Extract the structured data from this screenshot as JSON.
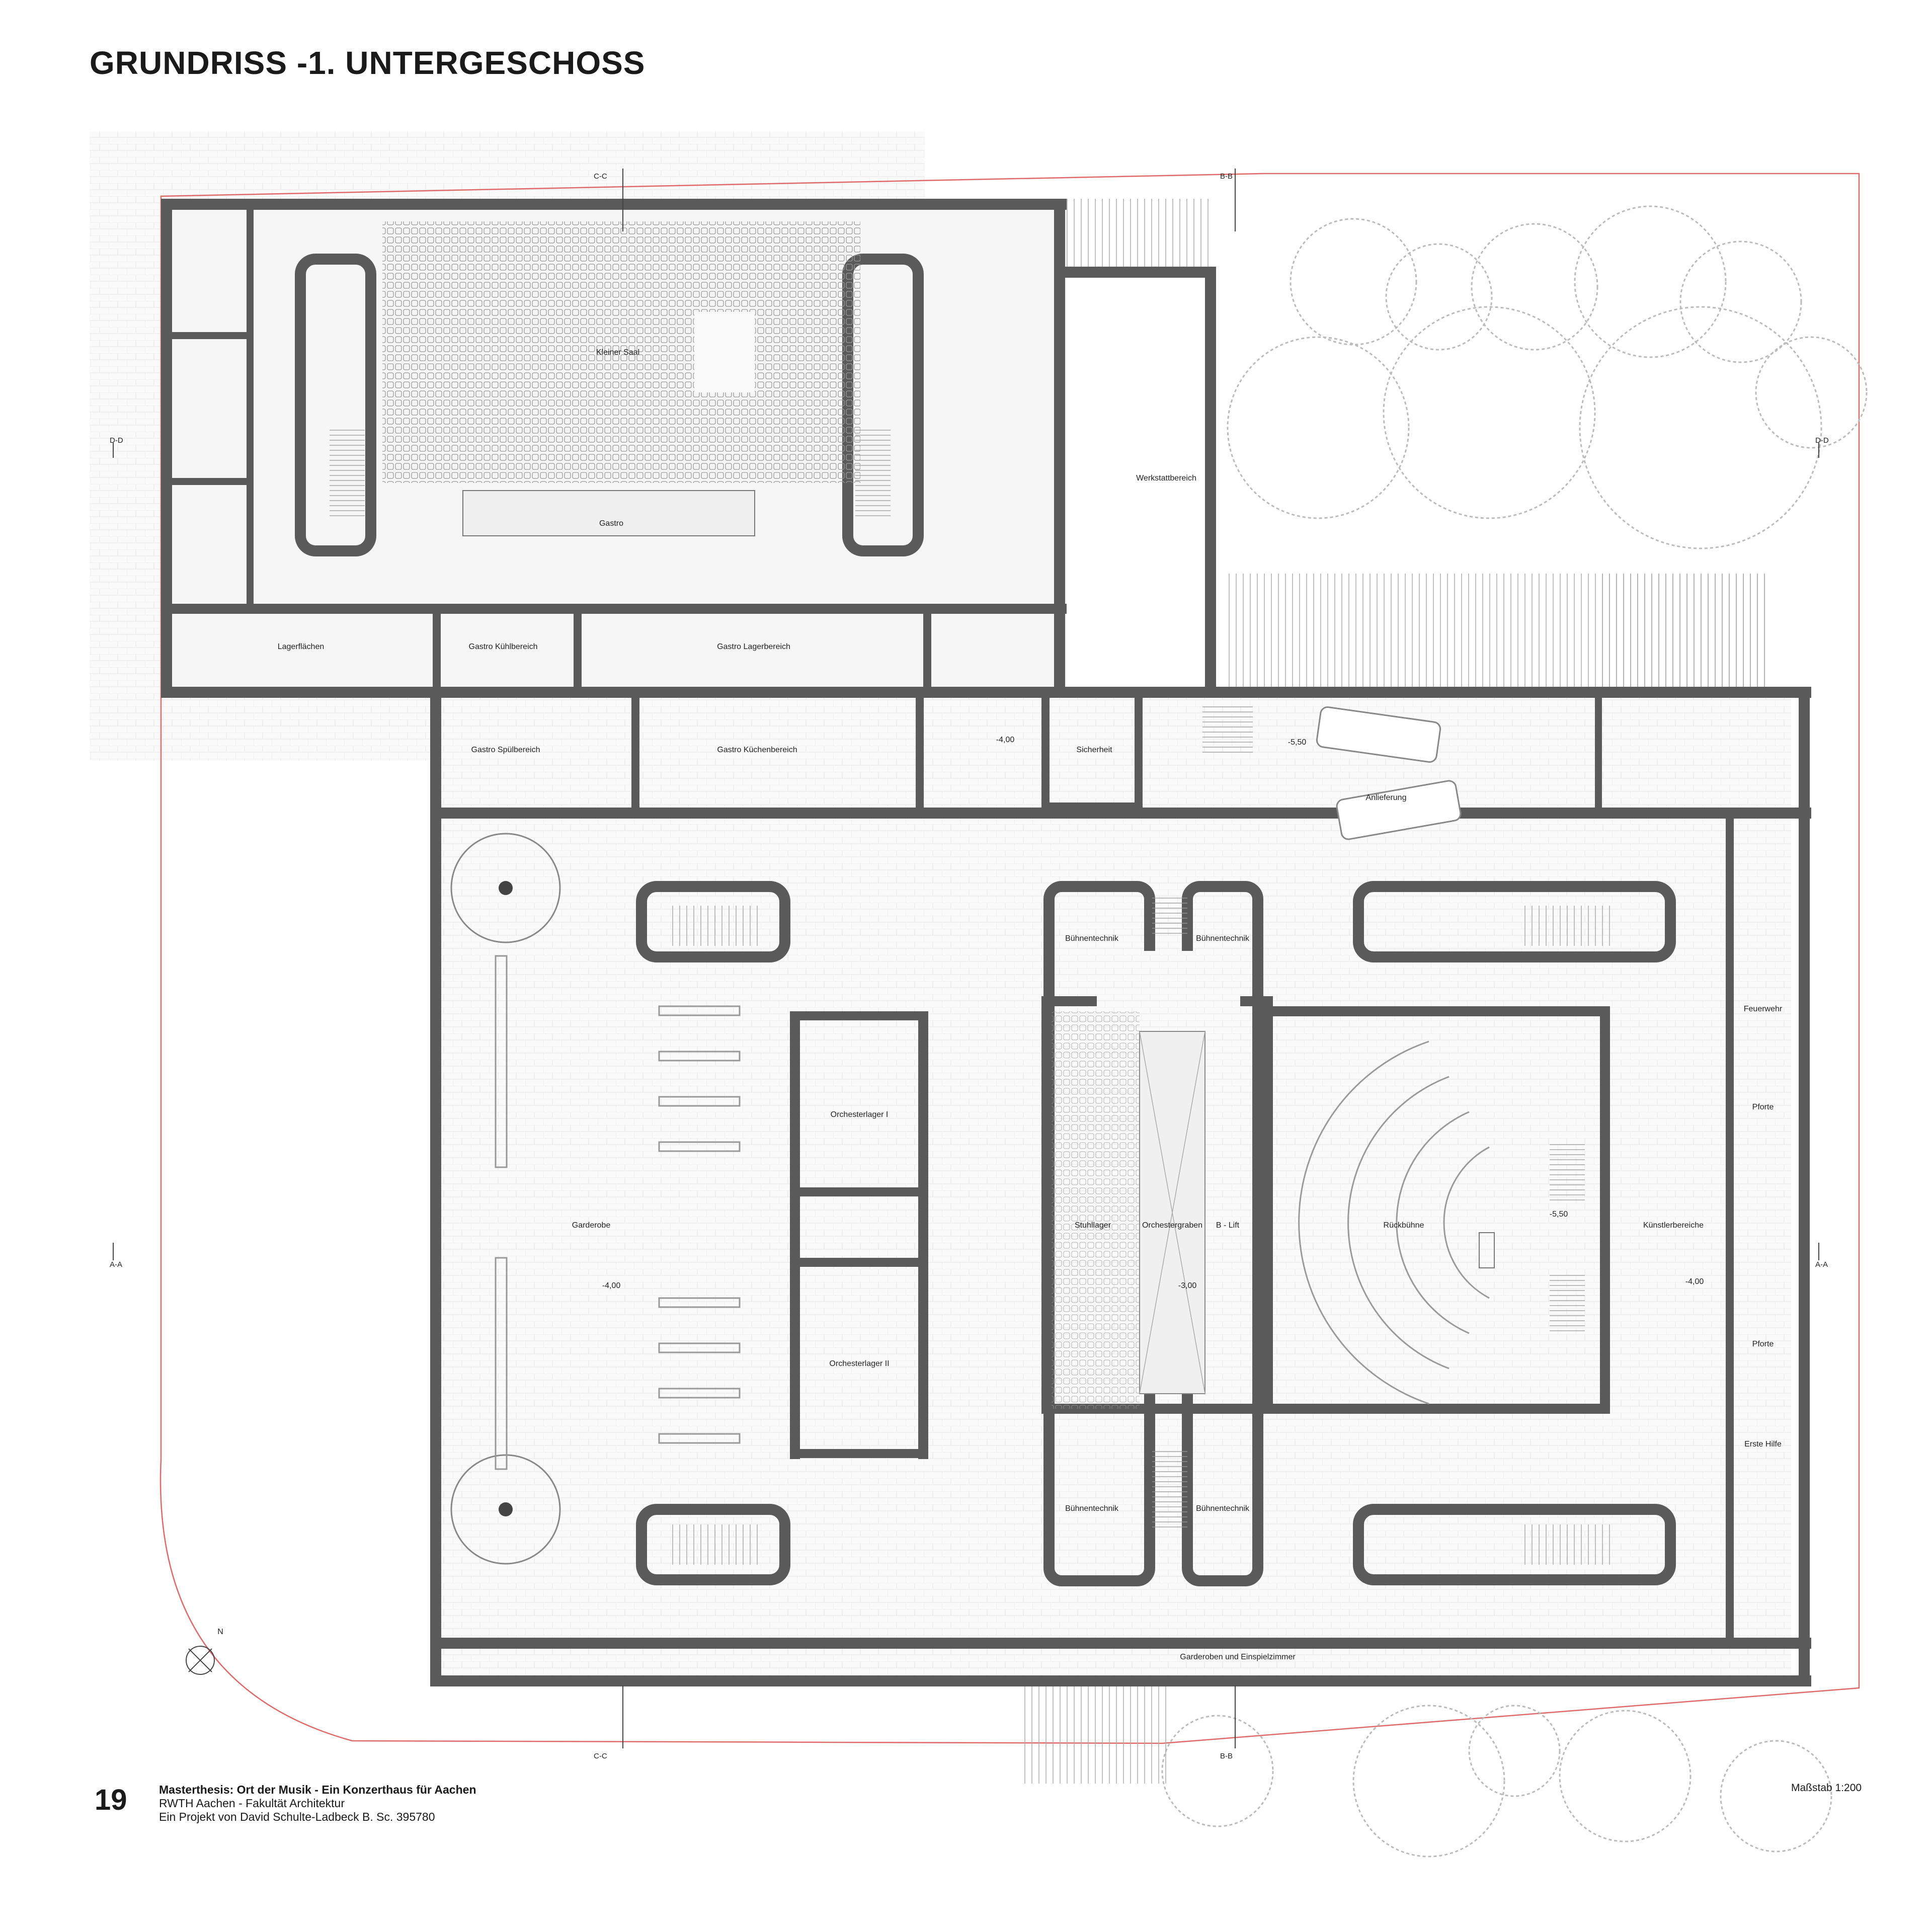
{
  "header": {
    "title": "GRUNDRISS -1. UNTERGESCHOSS"
  },
  "rooms": {
    "kleiner_saal": "Kleiner Saal",
    "gastro": "Gastro",
    "werkstattbereich": "Werkstattbereich",
    "lagerflaechen": "Lagerflächen",
    "gastro_kuehlbereich": "Gastro Kühlbereich",
    "gastro_lagerbereich": "Gastro Lagerbereich",
    "gastro_spuelbereich": "Gastro Spülbereich",
    "gastro_kuechenbereich": "Gastro Küchenbereich",
    "sicherheit": "Sicherheit",
    "anlieferung": "Anlieferung",
    "buehnentechnik": "Bühnentechnik",
    "orchesterlager_1": "Orchesterlager I",
    "orchesterlager_2": "Orchesterlager II",
    "garderobe": "Garderobe",
    "stuhllager": "Stuhllager",
    "orchestergraben": "Orchestergraben",
    "b_lift": "B - Lift",
    "rueckbuehne": "Rückbühne",
    "kuenstlerbereiche": "Künstlerbereiche",
    "feuerwehr": "Feuerwehr",
    "pforte": "Pforte",
    "erste_hilfe": "Erste Hilfe",
    "garderoben_einspielzimmer": "Garderoben und Einspielzimmer"
  },
  "levels": {
    "gastro_court": "-4,00",
    "delivery": "-5,50",
    "garderobe": "-4,00",
    "orchestra_pit": "-3,00",
    "backstage": "-5,50",
    "artists": "-4,00"
  },
  "sections": {
    "a": "A-A",
    "b": "B-B",
    "c": "C-C",
    "d": "D-D"
  },
  "north": "N",
  "footer": {
    "page_number": "19",
    "title": "Masterthesis: Ort der Musik - Ein Konzerthaus für Aachen",
    "line2": "RWTH Aachen - Fakultät Architektur",
    "line3": "Ein Projekt von David Schulte-Ladbeck B. Sc. 395780",
    "scale": "Maßstab 1:200"
  },
  "colors": {
    "wall": "#5a5a5a",
    "site_line": "#e06a6a",
    "tree": "#bbbbbb",
    "text": "#1a1a1a"
  }
}
